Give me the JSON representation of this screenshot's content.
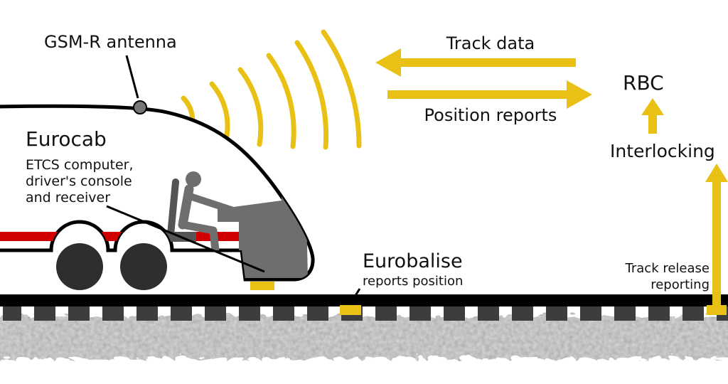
{
  "labels": {
    "gsm_r_antenna": "GSM-R antenna",
    "eurocab": "Eurocab",
    "eurocab_desc_line1": "ETCS computer,",
    "eurocab_desc_line2": "driver's console",
    "eurocab_desc_line3": "and receiver",
    "track_data": "Track data",
    "position_reports": "Position reports",
    "rbc": "RBC",
    "interlocking": "Interlocking",
    "eurobalise": "Eurobalise",
    "eurobalise_desc": "reports position",
    "track_release_line1": "Track release",
    "track_release_line2": "reporting"
  },
  "colors": {
    "accent_yellow": "#E8C114",
    "stripe_red": "#D00000",
    "text": "#111111",
    "track_black": "#000000",
    "ballast_gray": "#A0A0A0",
    "tie_gray": "#3D3D3D",
    "train_gray": "#6E6E6E",
    "wheel_gray": "#2E2E2E"
  }
}
